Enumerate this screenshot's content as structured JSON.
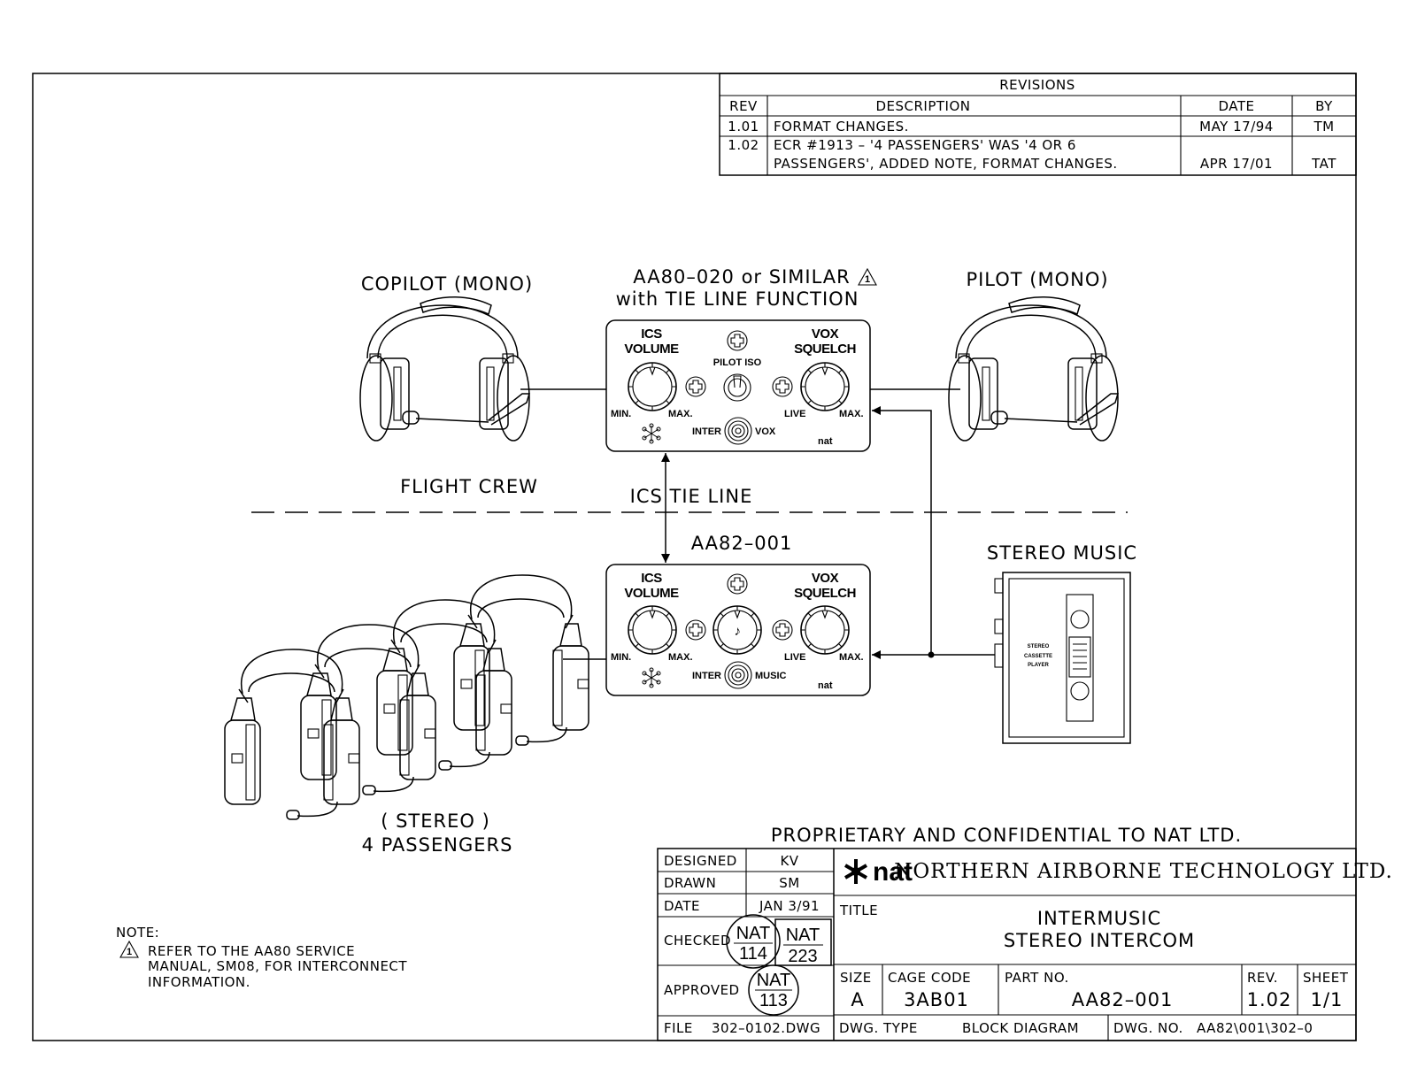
{
  "revisions": {
    "title": "REVISIONS",
    "headers": {
      "rev": "REV",
      "description": "DESCRIPTION",
      "date": "DATE",
      "by": "BY"
    },
    "rows": [
      {
        "rev": "1.01",
        "desc1": "FORMAT CHANGES.",
        "desc2": "",
        "date": "MAY 17/94",
        "by": "TM"
      },
      {
        "rev": "1.02",
        "desc1": "ECR #1913 – '4 PASSENGERS' WAS '4 OR 6",
        "desc2": "PASSENGERS', ADDED NOTE, FORMAT CHANGES.",
        "date": "APR 17/01",
        "by": "TAT"
      }
    ]
  },
  "diagram": {
    "copilot_label": "COPILOT (MONO)",
    "pilot_label": "PILOT (MONO)",
    "aa80_label_1": "AA80–020 or SIMILAR",
    "aa80_label_2": "with TIE LINE FUNCTION",
    "note_flag": "1",
    "flight_crew_label": "FLIGHT CREW",
    "tie_line_label": "ICS TIE LINE",
    "aa82_label": "AA82–001",
    "stereo_music_label": "STEREO MUSIC",
    "passenger_label_1": "( STEREO )",
    "passenger_label_2": "4 PASSENGERS",
    "cassette_1": "STEREO",
    "cassette_2": "CASSETTE",
    "cassette_3": "PLAYER"
  },
  "panel_top": {
    "ics": "ICS",
    "volume": "VOLUME",
    "vox": "VOX",
    "squelch": "SQUELCH",
    "pilot_iso": "PILOT ISO",
    "min": "MIN.",
    "max": "MAX.",
    "live": "LIVE",
    "max2": "MAX.",
    "inter": "INTER",
    "mode": "VOX",
    "brand": "nat"
  },
  "panel_bottom": {
    "ics": "ICS",
    "volume": "VOLUME",
    "vox": "VOX",
    "squelch": "SQUELCH",
    "min": "MIN.",
    "max": "MAX.",
    "live": "LIVE",
    "max2": "MAX.",
    "inter": "INTER",
    "mode": "MUSIC",
    "brand": "nat",
    "music_symbol": "♪"
  },
  "note": {
    "title": "NOTE:",
    "flag": "1",
    "line1": "REFER TO THE AA80 SERVICE",
    "line2": "MANUAL, SM08, FOR INTERCONNECT",
    "line3": "INFORMATION."
  },
  "title_block": {
    "proprietary": "PROPRIETARY AND CONFIDENTIAL TO NAT LTD.",
    "designed_label": "DESIGNED",
    "designed_value": "KV",
    "drawn_label": "DRAWN",
    "drawn_value": "SM",
    "date_label": "DATE",
    "date_value": "JAN 3/91",
    "checked_label": "CHECKED",
    "approved_label": "APPROVED",
    "stamp1_a": "NAT",
    "stamp1_b": "114",
    "stamp2_a": "NAT",
    "stamp2_b": "223",
    "stamp3_a": "NAT",
    "stamp3_b": "113",
    "file_label": "FILE",
    "file_value": "302–0102.DWG",
    "logo_text": "nat",
    "company": "NORTHERN AIRBORNE TECHNOLOGY LTD.",
    "title_label": "TITLE",
    "title_line1": "INTERMUSIC",
    "title_line2": "STEREO INTERCOM",
    "size_label": "SIZE",
    "size_value": "A",
    "cage_label": "CAGE CODE",
    "cage_value": "3AB01",
    "part_label": "PART NO.",
    "part_value": "AA82–001",
    "rev_label": "REV.",
    "rev_value": "1.02",
    "sheet_label": "SHEET",
    "sheet_value": "1/1",
    "dwgtype_label": "DWG. TYPE",
    "dwgtype_value": "BLOCK DIAGRAM",
    "dwgno_label": "DWG. NO.",
    "dwgno_value": "AA82\\001\\302–0"
  }
}
